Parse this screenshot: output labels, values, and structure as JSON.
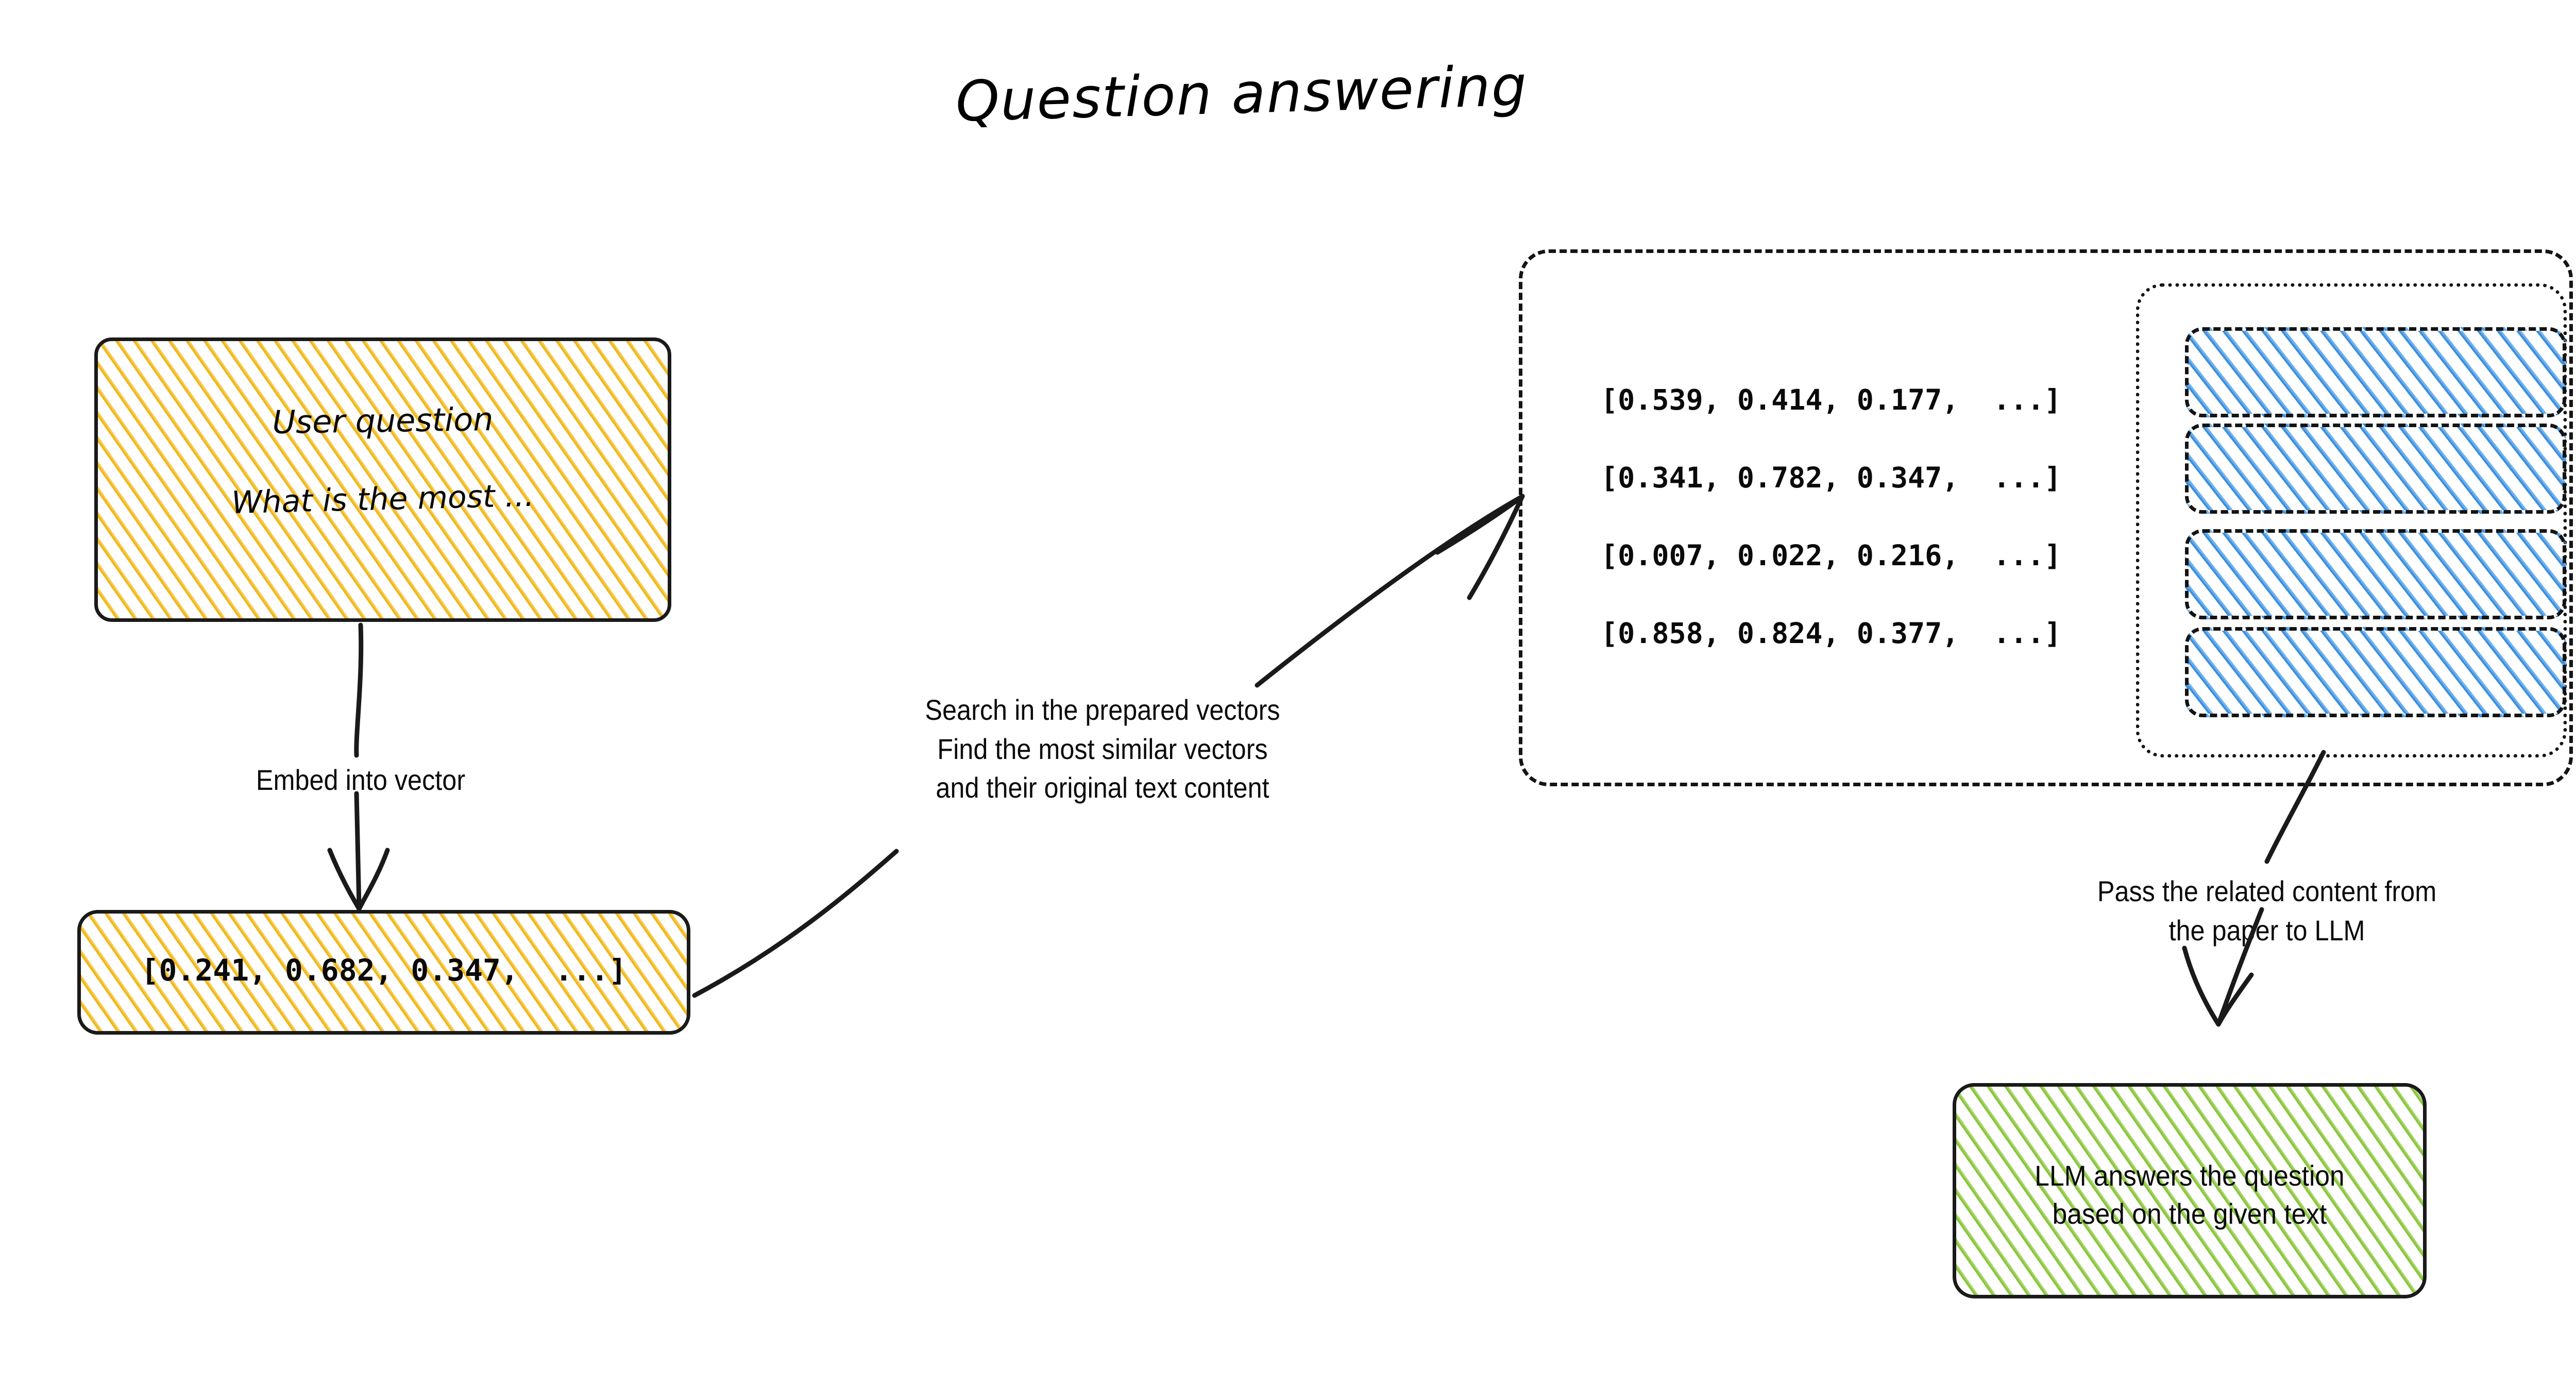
{
  "title": "Question answering",
  "user_question": {
    "heading": "User question",
    "sample": "What is the most ..."
  },
  "embed_edge_label": "Embed into vector",
  "question_vector": "[0.241, 0.682, 0.347,  ...]",
  "search_edge_label_line1": "Search in the prepared vectors",
  "search_edge_label_line2": "Find the most similar vectors",
  "search_edge_label_line3": "and their original text content",
  "vector_store": {
    "stored_vectors": [
      "[0.539, 0.414, 0.177,  ...]",
      "[0.341, 0.782, 0.347,  ...]",
      "[0.007, 0.022, 0.216,  ...]",
      "[0.858, 0.824, 0.377,  ...]"
    ],
    "chunk_count": 4
  },
  "pass_edge_label_line1": "Pass the related content from",
  "pass_edge_label_line2": "the paper to LLM",
  "llm_answer": {
    "line1": "LLM answers the question",
    "line2": "based on the given text"
  },
  "colors": {
    "question_hatch": "#f0b81e",
    "chunk_hatch": "#3d8fdd",
    "answer_hatch": "#8cc63f",
    "stroke": "#141414",
    "background": "#ffffff"
  }
}
